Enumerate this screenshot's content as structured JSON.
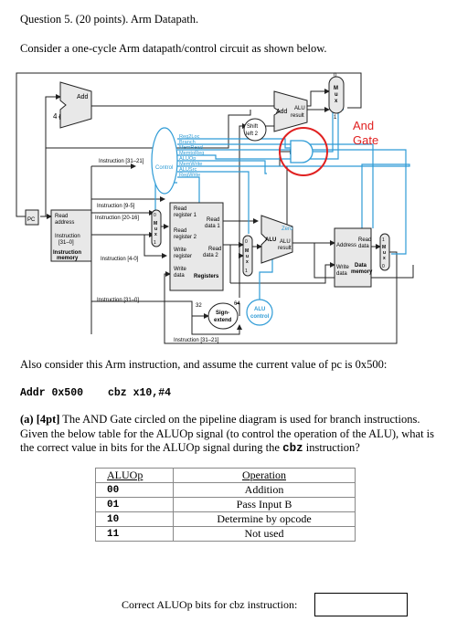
{
  "question": {
    "title": "Question 5. (20 points). Arm Datapath.",
    "intro": "Consider a one-cycle Arm datapath/control circuit as shown below."
  },
  "datapath": {
    "add_left": "Add",
    "four": "4",
    "add_right": "Add",
    "alu_result_top": "ALU",
    "alu_result_bottom": "result",
    "shift_top": "Shift",
    "shift_bottom": "left 2",
    "and_gate_line1": "And",
    "and_gate_line2": "Gate",
    "mux_letters": [
      "M",
      "u",
      "x"
    ],
    "mux_top_0": "0",
    "mux_top_1": "1",
    "control_signals": [
      "Reg2Loc",
      "Branch",
      "MemRead",
      "MemtoReg",
      "ALUOp",
      "MemWrite",
      "ALUSrc",
      "RegWrite"
    ],
    "control_label": "Control",
    "instr_31_21": "Instruction [31–21]",
    "pc": "PC",
    "read_address_1": "Read",
    "read_address_2": "address",
    "instruction_31_0_1": "Instruction",
    "instruction_31_0_2": "[31–0]",
    "instruction_memory_1": "Instruction",
    "instruction_memory_2": "memory",
    "instr_9_5": "Instruction [9-5]",
    "instr_20_16": "Instruction [20-16]",
    "instr_4_0": "Instruction [4-0]",
    "reg_read1_a": "Read",
    "reg_read1_b": "register 1",
    "reg_data1_a": "Read",
    "reg_data1_b": "data 1",
    "reg_read2_a": "Read",
    "reg_read2_b": "register 2",
    "reg_write_a": "Write",
    "reg_write_b": "register",
    "reg_data2_a": "Read",
    "reg_data2_b": "data 2",
    "reg_wdata_a": "Write",
    "reg_wdata_b": "data",
    "registers": "Registers",
    "zero": "Zero",
    "alu_main": "ALU",
    "alu_main_result_a": "ALU",
    "alu_main_result_b": "result",
    "mem_address": "Address",
    "mem_read_a": "Read",
    "mem_read_b": "data",
    "mem_write_a": "Write",
    "mem_write_b": "data",
    "mem_data_a": "Data",
    "mem_data_b": "memory",
    "instr_31_0": "Instruction [31–0]",
    "sign_32": "32",
    "sign_64": "64",
    "sign_a": "Sign-",
    "sign_b": "extend",
    "alu_control_a": "ALU",
    "alu_control_b": "control",
    "instr_31_21_bottom": "Instruction [31–21]",
    "mux0": "0",
    "mux1": "1",
    "colors": {
      "control_blue": "#2e9bd6",
      "gate_red": "#e02020",
      "wire_black": "#222222",
      "fill_gray": "#e8e8e8"
    }
  },
  "also": "Also consider this Arm instruction, and assume the current value of pc is 0x500:",
  "instruction": {
    "addr": "Addr 0x500",
    "code": "cbz x10,#4"
  },
  "part_a": {
    "label": "(a) [4pt]",
    "text_before_code": " The AND Gate circled on the pipeline diagram is used for branch instructions. Given the below table for the ALUOp signal (to control the operation of the ALU), what is the correct value in bits for the ALUOp signal during the ",
    "code": "cbz",
    "text_after_code": " instruction?"
  },
  "table": {
    "headers": [
      "ALUOp",
      "Operation"
    ],
    "rows": [
      {
        "code": "00",
        "op": "Addition"
      },
      {
        "code": "01",
        "op": "Pass Input B"
      },
      {
        "code": "10",
        "op": "Determine by opcode"
      },
      {
        "code": "11",
        "op": "Not used"
      }
    ]
  },
  "answer_label": "Correct ALUOp bits for cbz instruction:",
  "answer_value": ""
}
